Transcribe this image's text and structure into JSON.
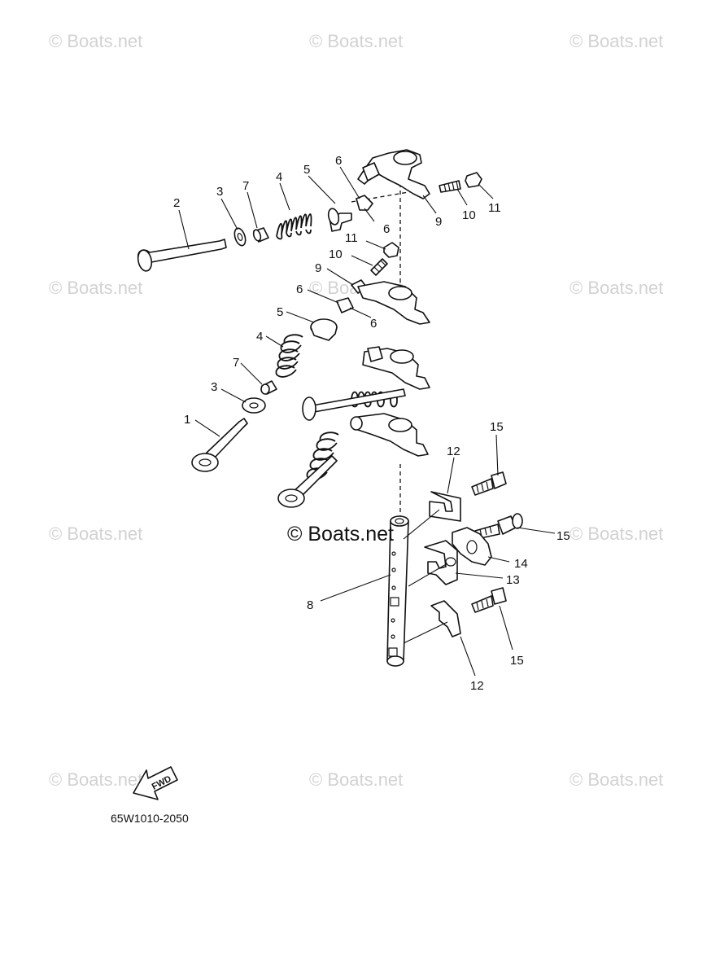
{
  "watermark": {
    "text": "© Boats.net",
    "center_text": "© Boats.net"
  },
  "diagram": {
    "code": "65W1010-2050",
    "fwd_label": "FWD",
    "callouts": {
      "c1": "1",
      "c2": "2",
      "c3a": "3",
      "c3b": "3",
      "c4a": "4",
      "c4b": "4",
      "c5a": "5",
      "c5b": "5",
      "c6a": "6",
      "c6b": "6",
      "c6c": "6",
      "c6d": "6",
      "c7a": "7",
      "c7b": "7",
      "c8": "8",
      "c9a": "9",
      "c9b": "9",
      "c10a": "10",
      "c10b": "10",
      "c11a": "11",
      "c11b": "11",
      "c12a": "12",
      "c12b": "12",
      "c13": "13",
      "c14": "14",
      "c15a": "15",
      "c15b": "15",
      "c15c": "15"
    }
  }
}
